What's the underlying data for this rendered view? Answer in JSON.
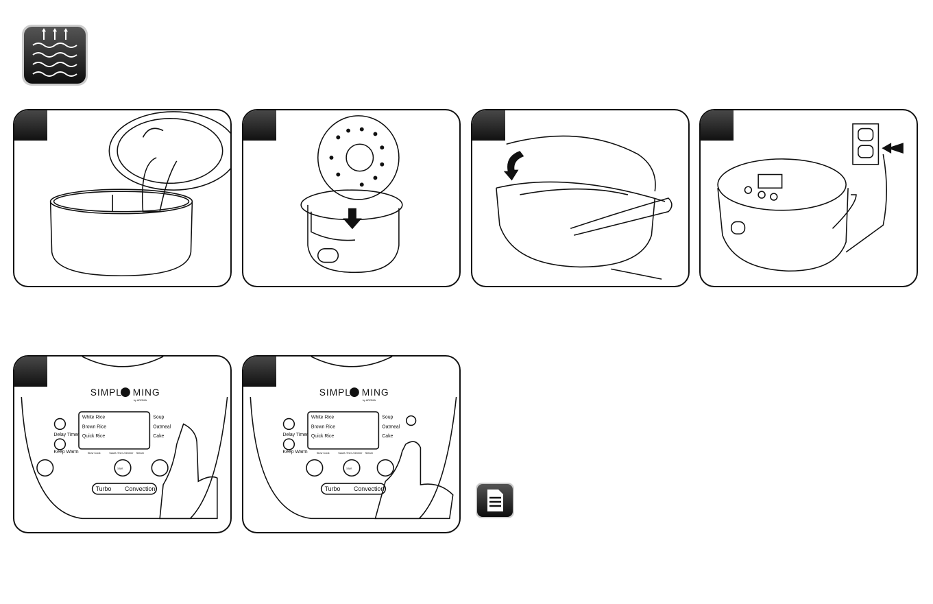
{
  "icons": {
    "top": "cake-steam-icon",
    "note": "note-document-icon"
  },
  "panel_brand": {
    "left": "SIMPLY",
    "right": "MING",
    "by": "by AROMA"
  },
  "control_panel": {
    "delay_timer": "Delay Timer",
    "keep_warm": "Keep Warm",
    "white_rice": "White Rice",
    "brown_rice": "Brown Rice",
    "quick_rice": "Quick Rice",
    "soup": "Soup",
    "oatmeal": "Oatmeal",
    "cake": "Cake",
    "slow_cook": "Slow Cook",
    "saute": "Sauté-Then-Simmer",
    "steam": "Steam",
    "start": "Start",
    "turbo": "Turbo",
    "convection": "Convection"
  },
  "colors": {
    "ink": "#111111",
    "tab_dark": "#1a1a1a"
  }
}
